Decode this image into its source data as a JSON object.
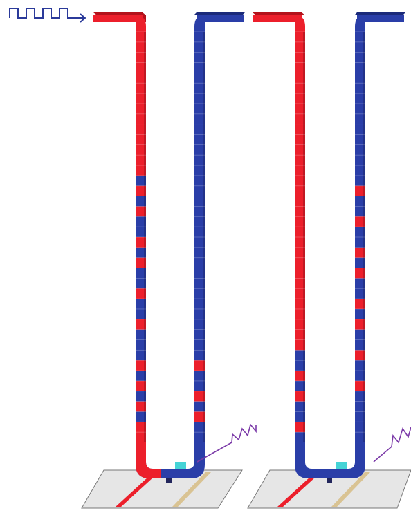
{
  "colors": {
    "background": "#ffffff",
    "red_tube": "#ec1f2b",
    "red_tube_shade": "#b3121b",
    "blue_tube": "#2a3ea8",
    "blue_tube_shade": "#1b2a7a",
    "signal_input": "#2b3a9a",
    "signal_output": "#7b3aa8",
    "substrate": "#e6e6e6",
    "substrate_edge": "#777777",
    "electrode": "#d9c393",
    "channel": "#ec1f2b",
    "sensor_cyan": "#45d3d6"
  },
  "icons": {
    "input_waveform": "square-wave-arrow-icon",
    "output_waveform": "sawtooth-wave-icon"
  },
  "structures": [
    {
      "name": "left-structure",
      "left_leg_pattern": [
        "red",
        "red",
        "red",
        "red",
        "red",
        "red",
        "red",
        "red",
        "red",
        "red",
        "red",
        "red",
        "red",
        "red",
        "blue",
        "red",
        "blue",
        "red",
        "blue",
        "blue",
        "red",
        "blue",
        "red",
        "blue",
        "blue",
        "red",
        "blue",
        "blue",
        "red",
        "blue",
        "blue",
        "blue",
        "red",
        "blue",
        "red",
        "blue",
        "red",
        "blue",
        "red",
        "red"
      ],
      "right_leg_pattern": [
        "blue",
        "blue",
        "blue",
        "blue",
        "blue",
        "blue",
        "blue",
        "blue",
        "blue",
        "blue",
        "blue",
        "blue",
        "blue",
        "blue",
        "blue",
        "blue",
        "blue",
        "blue",
        "blue",
        "blue",
        "blue",
        "blue",
        "blue",
        "blue",
        "blue",
        "blue",
        "blue",
        "blue",
        "blue",
        "blue",
        "blue",
        "blue",
        "red",
        "blue",
        "blue",
        "red",
        "blue",
        "red",
        "blue",
        "blue"
      ]
    },
    {
      "name": "right-structure",
      "left_leg_pattern": [
        "red",
        "red",
        "red",
        "red",
        "red",
        "red",
        "red",
        "red",
        "red",
        "red",
        "red",
        "red",
        "red",
        "red",
        "red",
        "red",
        "red",
        "red",
        "red",
        "red",
        "red",
        "red",
        "red",
        "red",
        "red",
        "red",
        "red",
        "red",
        "red",
        "red",
        "red",
        "blue",
        "blue",
        "red",
        "blue",
        "red",
        "blue",
        "blue",
        "red",
        "blue"
      ],
      "right_leg_pattern": [
        "blue",
        "blue",
        "blue",
        "blue",
        "blue",
        "blue",
        "blue",
        "blue",
        "blue",
        "blue",
        "blue",
        "blue",
        "blue",
        "blue",
        "blue",
        "red",
        "blue",
        "blue",
        "red",
        "blue",
        "blue",
        "red",
        "blue",
        "red",
        "blue",
        "blue",
        "red",
        "blue",
        "red",
        "blue",
        "blue",
        "red",
        "blue",
        "blue",
        "red",
        "blue",
        "blue",
        "blue",
        "blue",
        "blue"
      ]
    }
  ]
}
